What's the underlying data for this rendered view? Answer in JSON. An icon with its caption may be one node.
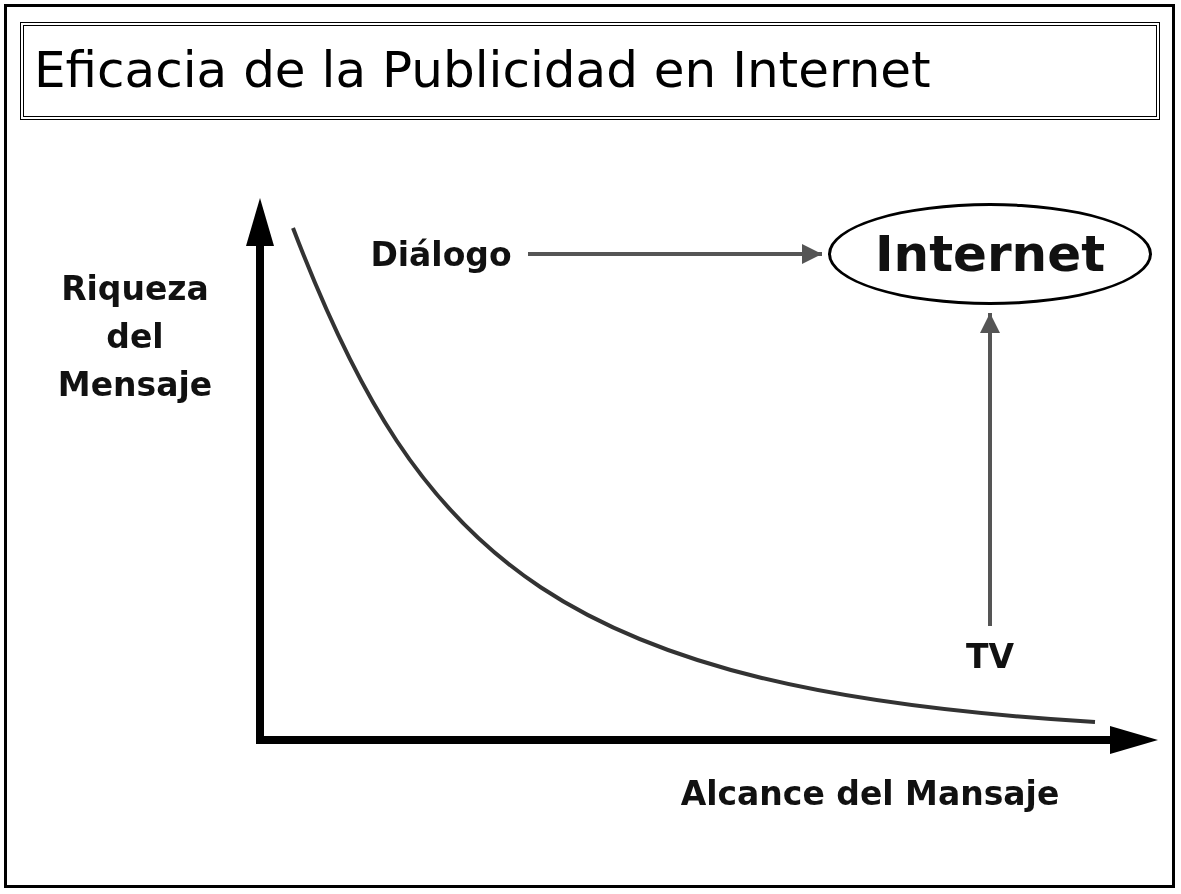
{
  "diagram": {
    "title": "Eficacia de la Publicidad en Internet",
    "nodes": [
      {
        "text": [
          "Diálogo"
        ]
      },
      {
        "text": [
          "Internet"
        ]
      },
      {
        "text": [
          "TV"
        ]
      }
    ],
    "edges": [
      {
        "from": 0,
        "to": 1,
        "arrow": "to"
      },
      {
        "from": 2,
        "to": 1,
        "arrow": "to"
      }
    ],
    "labels": [
      "Riqueza del Mensaje",
      "Alcance del Mansaje"
    ]
  }
}
